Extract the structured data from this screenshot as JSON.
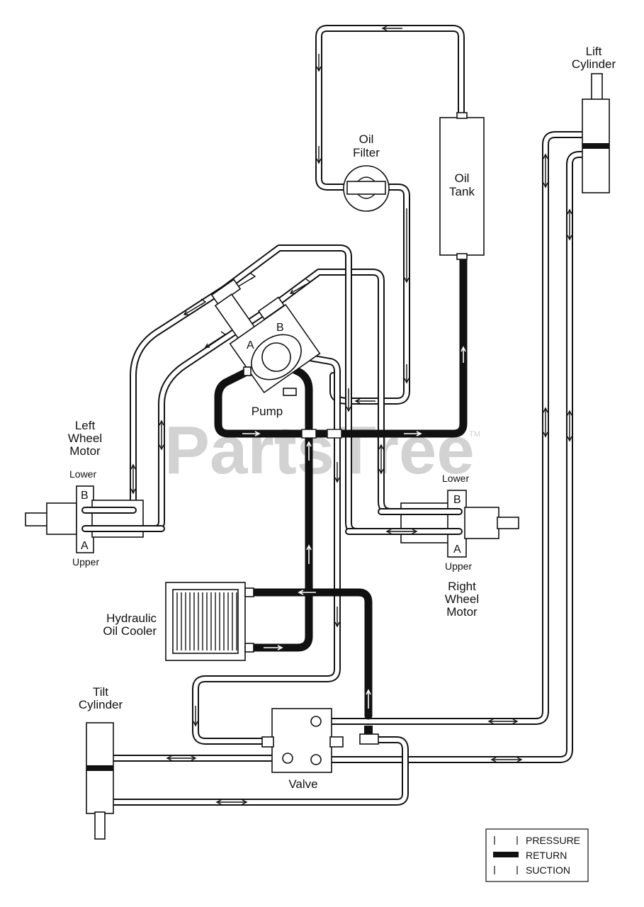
{
  "watermark": {
    "text": "PartsTree",
    "tm": "TM"
  },
  "components": {
    "oil_filter": [
      "Oil",
      "Filter"
    ],
    "oil_tank": [
      "Oil",
      "Tank"
    ],
    "lift_cylinder": [
      "Lift",
      "Cylinder"
    ],
    "pump": "Pump",
    "left_wheel_motor": [
      "Left",
      "Wheel",
      "Motor"
    ],
    "right_wheel_motor": [
      "Right",
      "Wheel",
      "Motor"
    ],
    "oil_cooler": [
      "Hydraulic",
      "Oil Cooler"
    ],
    "tilt_cylinder": [
      "Tilt",
      "Cylinder"
    ],
    "valve": "Valve"
  },
  "ports": {
    "pump_a": "A",
    "pump_b": "B",
    "left_b": "B",
    "left_a": "A",
    "left_lower": "Lower",
    "left_upper": "Upper",
    "right_b": "B",
    "right_a": "A",
    "right_lower": "Lower",
    "right_upper": "Upper"
  },
  "legend": {
    "pressure": "PRESSURE",
    "return": "RETURN",
    "suction": "SUCTION"
  }
}
